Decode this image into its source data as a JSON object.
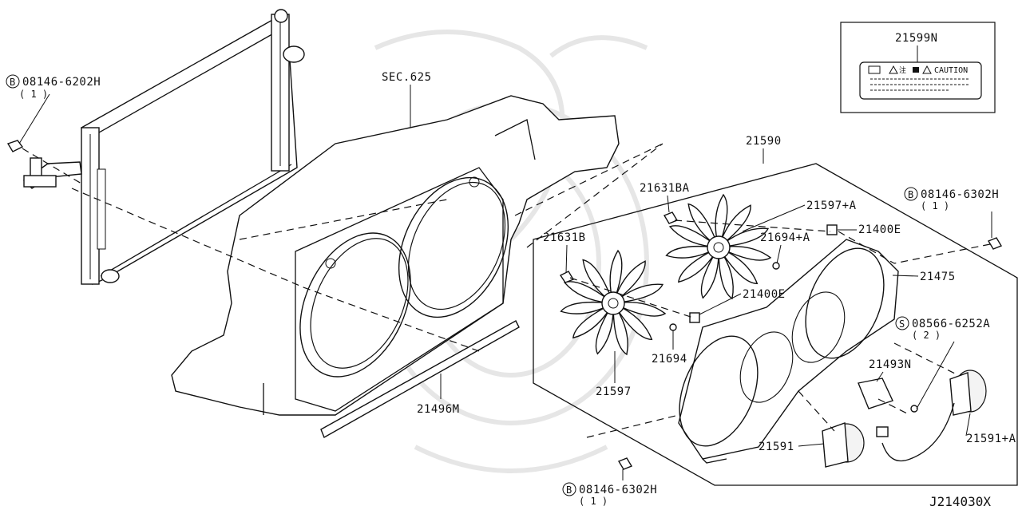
{
  "diagram": {
    "reference_code": "J214030X",
    "caption_box": {
      "part_number": "21599N",
      "caution_text": "CAUTION"
    },
    "labels": {
      "b1_code": "08146-6202H",
      "b1_qty": "( 1 )",
      "b2_code": "08146-6302H",
      "b2_qty": "( 1 )",
      "b3_code": "08146-6302H",
      "b3_qty": "( 1 )",
      "s_code": "08566-6252A",
      "s_qty": "( 2 )",
      "bolt_prefix": "B",
      "screw_prefix": "S",
      "sec": "SEC.625",
      "p21590": "21590",
      "p21631BA": "21631BA",
      "p21597A": "21597+A",
      "p21400E_top": "21400E",
      "p21694A": "21694+A",
      "p21631B": "21631B",
      "p21475": "21475",
      "p21400E_mid": "21400E",
      "p21694": "21694",
      "p21493N": "21493N",
      "p21597": "21597",
      "p21496M": "21496M",
      "p21591": "21591",
      "p21591A": "21591+A"
    }
  }
}
